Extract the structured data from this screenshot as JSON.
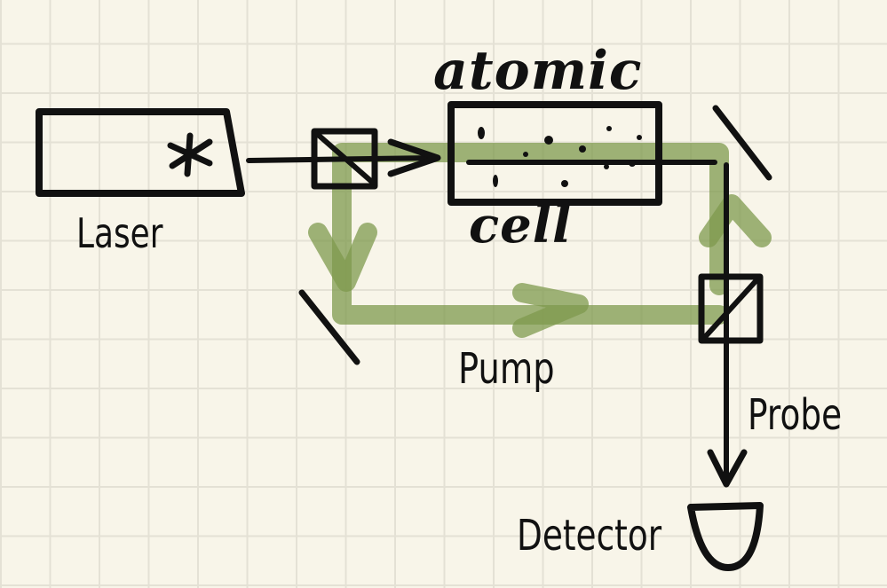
{
  "labels": {
    "laser": "Laser",
    "atomic": "atomic",
    "cell": "cell",
    "pump": "Pump",
    "probe": "Probe",
    "detector": "Detector"
  },
  "colors": {
    "ink": "#111111",
    "beam": "#7f9a4e",
    "paper": "#f8f5e9",
    "grid": "#e4e1d5"
  }
}
